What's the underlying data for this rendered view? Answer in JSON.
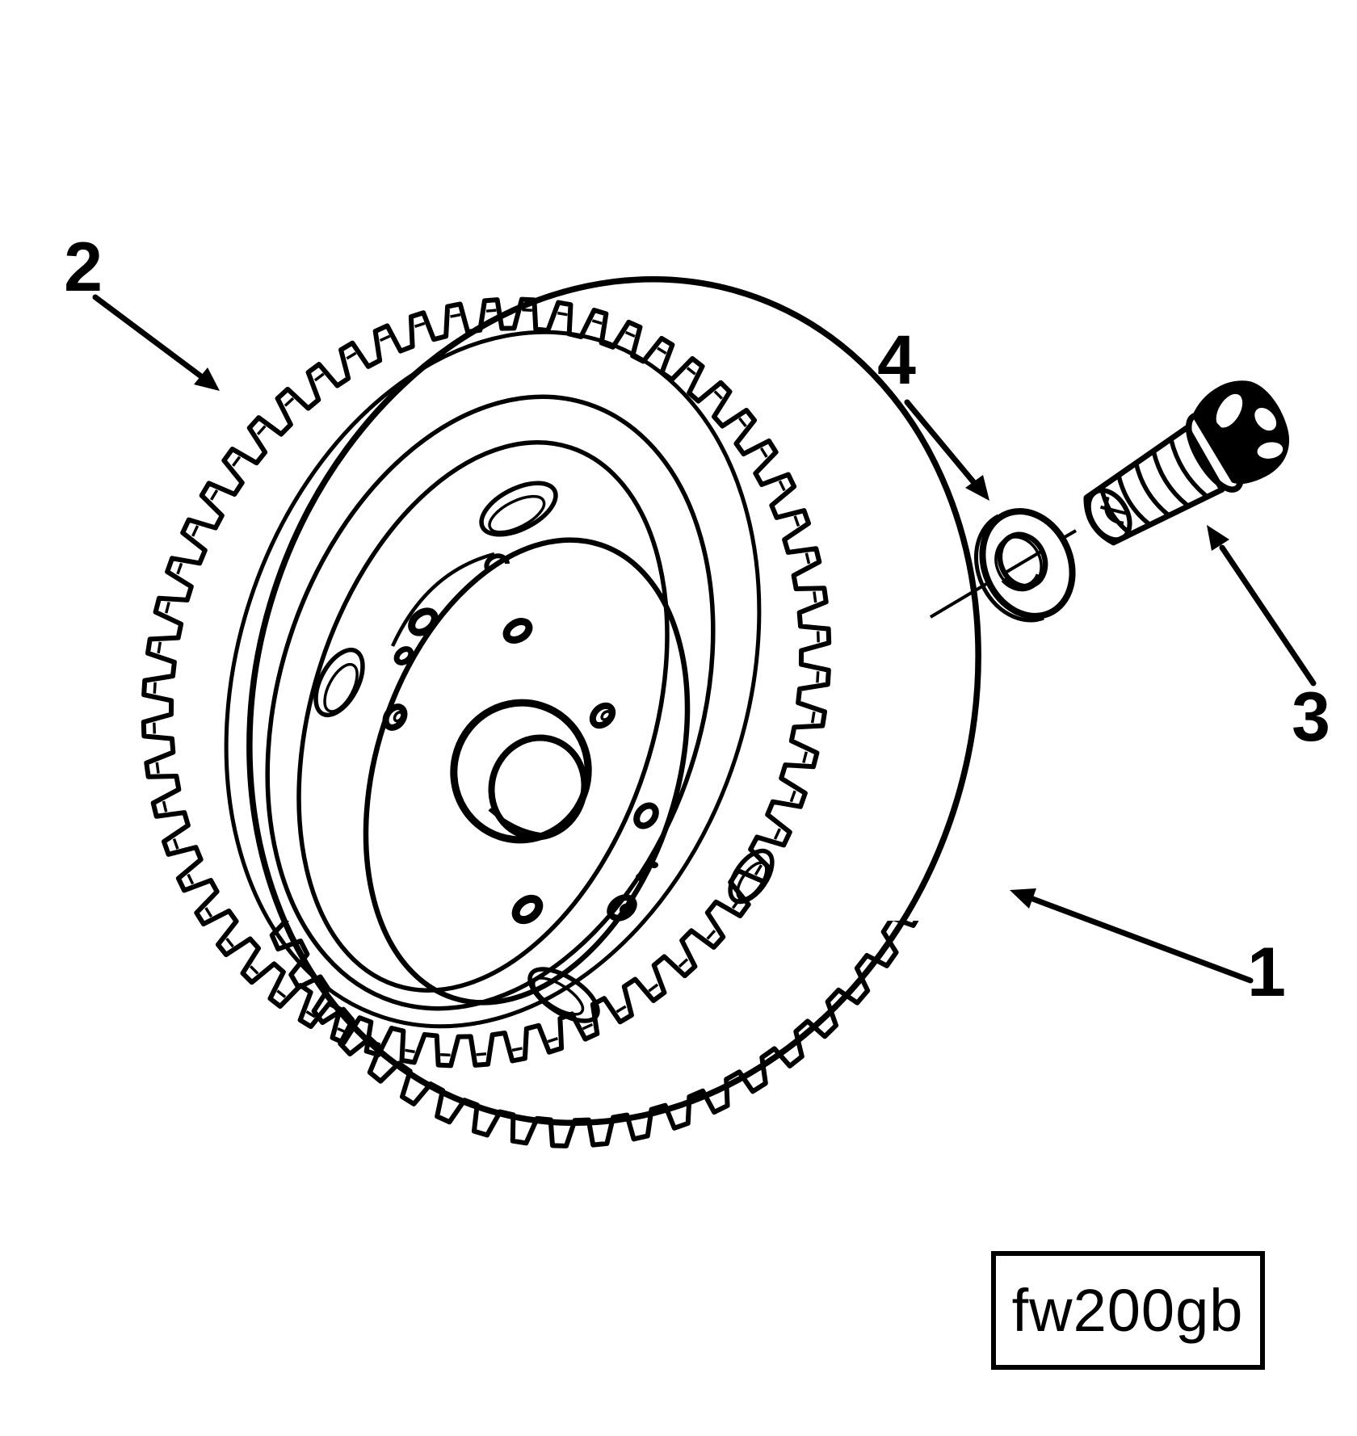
{
  "figure_code": "fw200gb",
  "callouts": {
    "flywheel": {
      "number": "1"
    },
    "ring_gear": {
      "number": "2"
    },
    "bolt": {
      "number": "3"
    },
    "washer": {
      "number": "4"
    }
  },
  "colors": {
    "ink": "#000000",
    "paper": "#ffffff"
  }
}
